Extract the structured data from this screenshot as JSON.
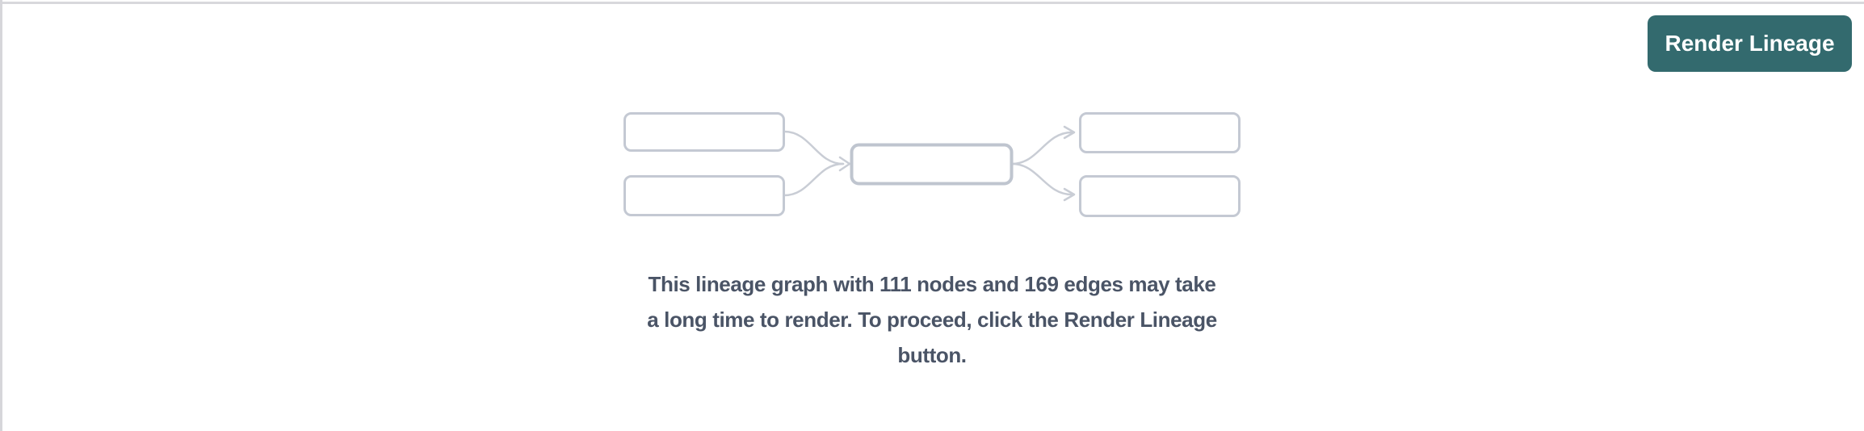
{
  "page": {
    "background": "#ffffff",
    "frame_border_color": "#d8d8dc"
  },
  "header": {
    "render_lineage_button": {
      "label": "Render Lineage",
      "background": "#336a6e",
      "text_color": "#ffffff"
    }
  },
  "placeholder_graphic": {
    "label": "lineage-graph-placeholder",
    "node_fill": "#ffffff",
    "node_border_color": "#c4c9d3",
    "center_node_border_color": "#bfc5cf",
    "edge_color": "#c9cdd5"
  },
  "message": {
    "full_text": "This lineage graph with 111 nodes and 169 edges may take a long time to render. To proceed, click the Render Lineage button.",
    "lines": [
      "This lineage graph with 111 nodes and 169 edges may take",
      "a long time to render. To proceed, click the Render Lineage",
      "button."
    ],
    "node_count": "111",
    "edge_count": "169",
    "text_color": "#4a5466"
  }
}
